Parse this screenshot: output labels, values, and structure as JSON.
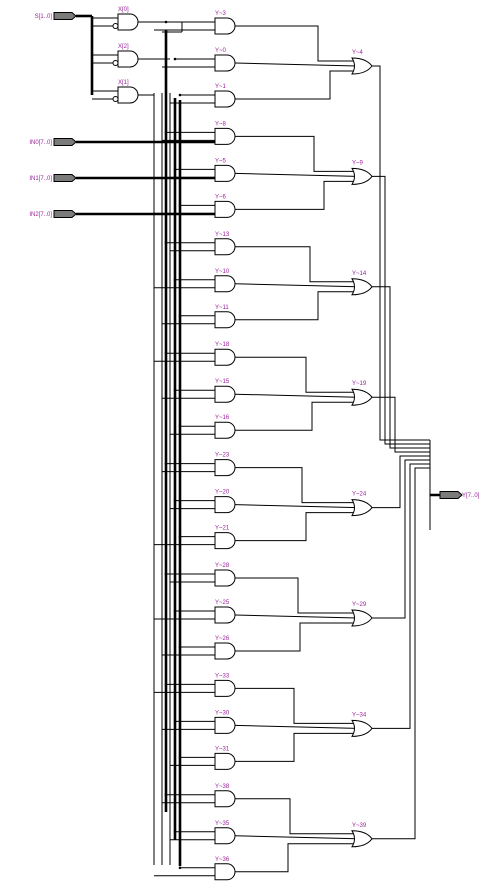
{
  "inputs": [
    {
      "label": "S[1..0]"
    },
    {
      "label": "IN0[7..0]"
    },
    {
      "label": "IN1[7..0]"
    },
    {
      "label": "IN2[7..0]"
    }
  ],
  "output": {
    "label": "Y[7..0]"
  },
  "decoder_labels": [
    "X[0]",
    "X[2]",
    "X[1]"
  ],
  "groups": [
    {
      "and_labels": [
        "Y~3",
        "Y~0",
        "Y~1"
      ],
      "or_label": "Y~4"
    },
    {
      "and_labels": [
        "Y~8",
        "Y~5",
        "Y~6"
      ],
      "or_label": "Y~9"
    },
    {
      "and_labels": [
        "Y~13",
        "Y~10",
        "Y~11"
      ],
      "or_label": "Y~14"
    },
    {
      "and_labels": [
        "Y~18",
        "Y~15",
        "Y~16"
      ],
      "or_label": "Y~19"
    },
    {
      "and_labels": [
        "Y~23",
        "Y~20",
        "Y~21"
      ],
      "or_label": "Y~24"
    },
    {
      "and_labels": [
        "Y~28",
        "Y~25",
        "Y~26"
      ],
      "or_label": "Y~29"
    },
    {
      "and_labels": [
        "Y~33",
        "Y~30",
        "Y~31"
      ],
      "or_label": "Y~34"
    },
    {
      "and_labels": [
        "Y~38",
        "Y~35",
        "Y~36"
      ],
      "or_label": "Y~39"
    }
  ]
}
